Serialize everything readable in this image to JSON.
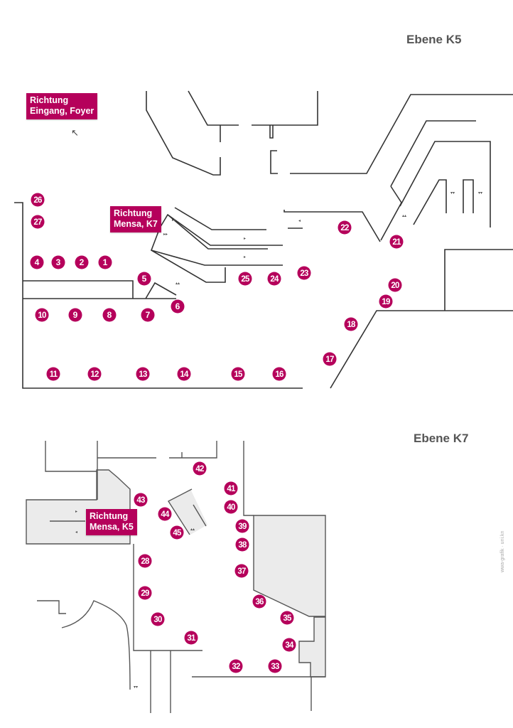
{
  "levels": [
    {
      "id": "K5",
      "title": "Ebene K5"
    },
    {
      "id": "K7",
      "title": "Ebene K7"
    }
  ],
  "direction_labels": [
    {
      "id": "foyer",
      "text": "Richtung\nEingang, Foyer",
      "level": "K5"
    },
    {
      "id": "mensa-k7",
      "text": "Richtung\nMensa, K7",
      "level": "K5"
    },
    {
      "id": "mensa-k5",
      "text": "Richtung\nMensa, K5",
      "level": "K7"
    }
  ],
  "markers_k5": [
    "1",
    "2",
    "3",
    "4",
    "5",
    "6",
    "7",
    "8",
    "9",
    "10",
    "11",
    "12",
    "13",
    "14",
    "15",
    "16",
    "17",
    "18",
    "19",
    "20",
    "21",
    "22",
    "23",
    "24",
    "25",
    "26",
    "27"
  ],
  "markers_k7": [
    "28",
    "29",
    "30",
    "31",
    "32",
    "33",
    "34",
    "35",
    "36",
    "37",
    "38",
    "39",
    "40",
    "41",
    "42",
    "43",
    "44",
    "45"
  ],
  "icons": {
    "direction_arrow": "arrow-up-left-icon",
    "stairs": "stairs-icon"
  },
  "colors": {
    "marker": "#b5005b",
    "wall": "#333333",
    "area_fill": "#ebebeb"
  },
  "credit": "wwa-grafik · uni.kn"
}
